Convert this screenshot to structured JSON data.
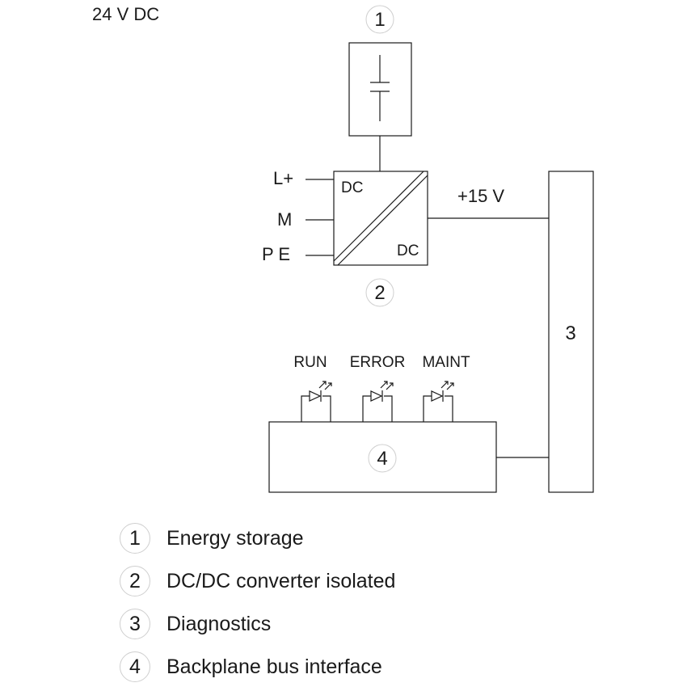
{
  "supply_label": "24 V DC",
  "inputs": {
    "l_plus": "L+",
    "m": "M",
    "pe": "P E"
  },
  "converter": {
    "in_label": "DC",
    "out_label": "DC"
  },
  "voltage_label": "+15 V",
  "leds": [
    "RUN",
    "ERROR",
    "MAINT"
  ],
  "markers": [
    "1",
    "2",
    "3",
    "4"
  ],
  "legend": [
    {
      "num": "1",
      "text": "Energy storage"
    },
    {
      "num": "2",
      "text": "DC/DC converter isolated"
    },
    {
      "num": "3",
      "text": "Diagnostics"
    },
    {
      "num": "4",
      "text": "Backplane bus interface"
    }
  ]
}
